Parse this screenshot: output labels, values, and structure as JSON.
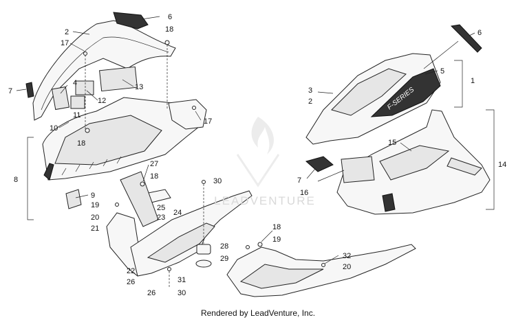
{
  "footer": {
    "credit": "Rendered by LeadVenture, Inc."
  },
  "watermark": {
    "text": "LEADVENTURE"
  },
  "callouts": {
    "c1": "1",
    "c2a": "2",
    "c2b": "2",
    "c3": "3",
    "c4": "4",
    "c5": "5",
    "c6a": "6",
    "c6b": "6",
    "c7a": "7",
    "c7b": "7",
    "c8": "8",
    "c9": "9",
    "c10": "10",
    "c11": "11",
    "c12": "12",
    "c13": "13",
    "c14": "14",
    "c15": "15",
    "c16": "16",
    "c17a": "17",
    "c17b": "17",
    "c18a": "18",
    "c18b": "18",
    "c18c": "18",
    "c18d": "18",
    "c19a": "19",
    "c19b": "19",
    "c20a": "20",
    "c20b": "20",
    "c21": "21",
    "c22": "22",
    "c23": "23",
    "c24": "24",
    "c25": "25",
    "c26a": "26",
    "c26b": "26",
    "c27": "27",
    "c28": "28",
    "c29": "29",
    "c30a": "30",
    "c30b": "30",
    "c31": "31",
    "c32": "32"
  },
  "decal_text": "F-SERIES"
}
